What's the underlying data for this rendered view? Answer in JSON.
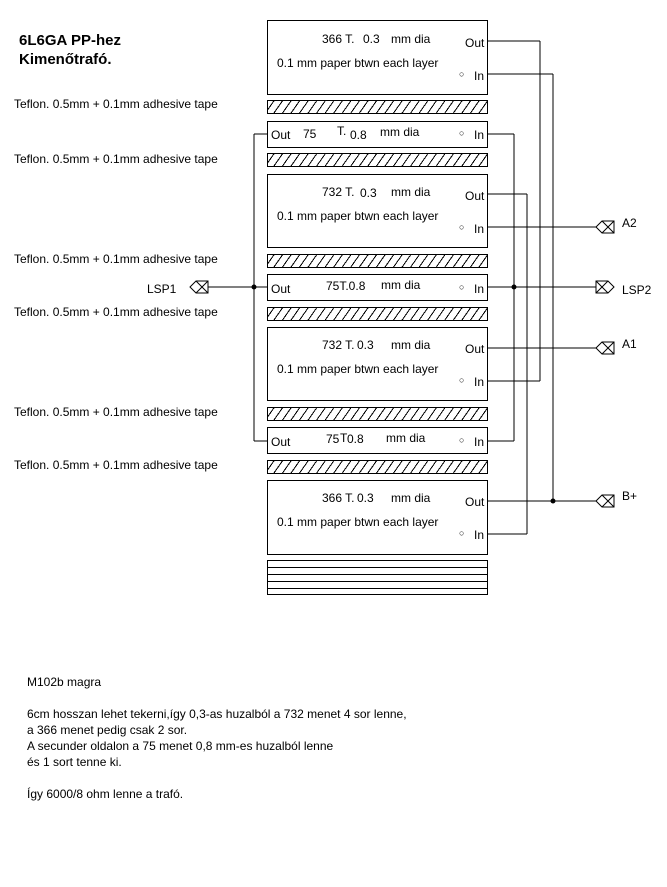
{
  "title": {
    "line1": "6L6GA PP-hez",
    "line2": "Kimenőtrafó."
  },
  "tape_label": "Teflon. 0.5mm + 0.1mm adhesive tape",
  "tape_labels": [
    "Teflon. 0.5mm + 0.1mm adhesive tape",
    "Teflon. 0.5mm + 0.1mm adhesive tape",
    "Teflon. 0.5mm + 0.1mm adhesive tape",
    "Teflon. 0.5mm + 0.1mm adhesive tape",
    "Teflon. 0.5mm + 0.1mm adhesive tape",
    "Teflon. 0.5mm + 0.1mm adhesive tape"
  ],
  "windings": [
    {
      "type": "primary",
      "turns": "366 T.",
      "wire": "0.3",
      "unit": "mm dia",
      "note": "0.1 mm paper btwn each layer",
      "out": "Out",
      "in": "In"
    },
    {
      "type": "secondary",
      "turns": "75",
      "t": "T.",
      "wire": "0.8",
      "unit": "mm dia",
      "out": "Out",
      "in": "In"
    },
    {
      "type": "primary",
      "turns": "732 T.",
      "wire": "0.3",
      "unit": "mm dia",
      "note": "0.1 mm paper btwn each layer",
      "out": "Out",
      "in": "In"
    },
    {
      "type": "secondary",
      "turns": "75",
      "t": "T.",
      "wire": "0.8",
      "unit": "mm dia",
      "out": "Out",
      "in": "In"
    },
    {
      "type": "primary",
      "turns": "732 T.",
      "wire": "0.3",
      "unit": "mm dia",
      "note": "0.1 mm paper btwn each layer",
      "out": "Out",
      "in": "In"
    },
    {
      "type": "secondary",
      "turns": "75",
      "t": "T",
      "wire": "0.8",
      "unit": "mm dia",
      "out": "Out",
      "in": "In"
    },
    {
      "type": "primary",
      "turns": "366 T.",
      "wire": "0.3",
      "unit": "mm dia",
      "note": "0.1 mm paper btwn each layer",
      "out": "Out",
      "in": "In"
    }
  ],
  "w2_text": "75T.0.8",
  "terminals": {
    "lsp1": "LSP1",
    "lsp2": "LSP2",
    "a1": "A1",
    "a2": "A2",
    "bplus": "B+"
  },
  "notes": {
    "core": "M102b magra",
    "p1": "6cm hosszan lehet tekerni,így 0,3-as huzalból a 732 menet 4 sor lenne,",
    "p2": "a 366 menet pedig csak 2 sor.",
    "p3": "A secunder oldalon a 75 menet 0,8 mm-es huzalból lenne",
    "p4": "és 1 sort tenne ki.",
    "p5": "Így 6000/8 ohm lenne a trafó."
  }
}
